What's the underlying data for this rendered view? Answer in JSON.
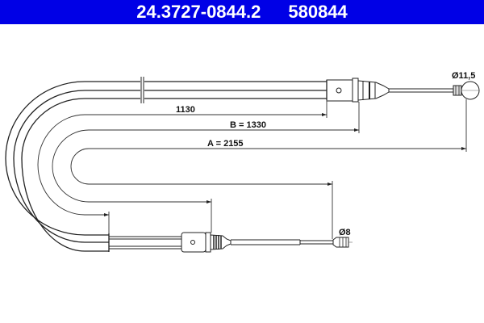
{
  "header": {
    "part_number": "24.3727-0844.2",
    "ref_number": "580844",
    "background_color": "#0000e6",
    "text_color": "#ffffff"
  },
  "diagram": {
    "type": "brake cable technical drawing",
    "dimensions": {
      "sheath_length": "1130",
      "b": "B = 1330",
      "a": "A = 2155"
    },
    "end_fittings": {
      "top_ball_end": "Ø11,5",
      "bottom_nipple_end": "Ø8"
    },
    "break_mark": "double-line break symbol on cable sheath"
  }
}
